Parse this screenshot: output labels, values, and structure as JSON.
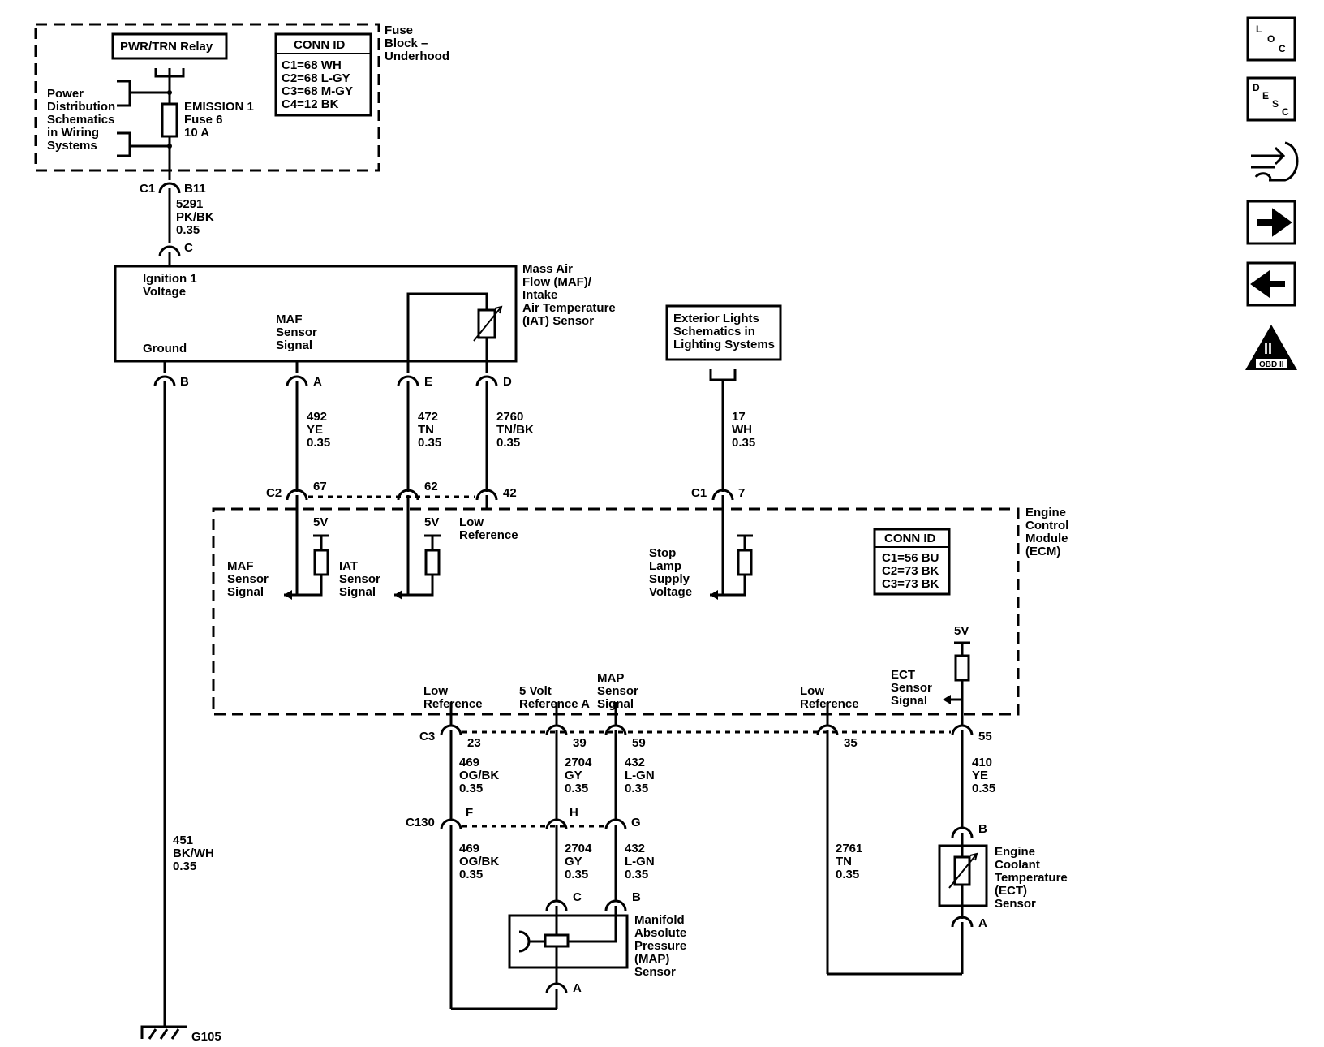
{
  "fuse_block": {
    "label": [
      "Fuse",
      "Block –",
      "Underhood"
    ],
    "relay": "PWR/TRN Relay",
    "conn_id_title": "CONN ID",
    "conn_ids": [
      "C1=68 WH",
      "C2=68 L-GY",
      "C3=68 M-GY",
      "C4=12 BK"
    ],
    "power_dist": [
      "Power",
      "Distribution",
      "Schematics",
      "in Wiring",
      "Systems"
    ],
    "fuse": [
      "EMISSION 1",
      "Fuse 6",
      "10 A"
    ]
  },
  "top_conn": {
    "c1": "C1",
    "b11": "B11",
    "wire": [
      "5291",
      "PK/BK",
      "0.35"
    ],
    "c": "C"
  },
  "maf_sensor": {
    "ign": [
      "Ignition 1",
      "Voltage"
    ],
    "maf_sig": [
      "MAF",
      "Sensor",
      "Signal"
    ],
    "ground": "Ground",
    "title": [
      "Mass Air",
      "Flow (MAF)/",
      "Intake",
      "Air Temperature",
      "(IAT) Sensor"
    ],
    "pins": {
      "b": "B",
      "a": "A",
      "e": "E",
      "d": "D"
    }
  },
  "wires_mid": {
    "w492": [
      "492",
      "YE",
      "0.35"
    ],
    "w472": [
      "472",
      "TN",
      "0.35"
    ],
    "w2760": [
      "2760",
      "TN/BK",
      "0.35"
    ],
    "w17": [
      "17",
      "WH",
      "0.35"
    ]
  },
  "ext_lights": [
    "Exterior Lights",
    "Schematics in",
    "Lighting Systems"
  ],
  "ecm": {
    "label": [
      "Engine",
      "Control",
      "Module",
      "(ECM)"
    ],
    "c2": "C2",
    "p67": "67",
    "p62": "62",
    "p42": "42",
    "c1": "C1",
    "p7": "7",
    "v5": "5V",
    "maf_sig": [
      "MAF",
      "Sensor",
      "Signal"
    ],
    "iat_sig": [
      "IAT",
      "Sensor",
      "Signal"
    ],
    "low_ref": [
      "Low",
      "Reference"
    ],
    "stop_lamp": [
      "Stop",
      "Lamp",
      "Supply",
      "Voltage"
    ],
    "conn_id_title": "CONN ID",
    "conn_ids": [
      "C1=56 BU",
      "C2=73 BK",
      "C3=73 BK"
    ],
    "five_volt_ref": [
      "5 Volt",
      "Reference A"
    ],
    "map_sig": [
      "MAP",
      "Sensor",
      "Signal"
    ],
    "ect_sig": [
      "ECT",
      "Sensor",
      "Signal"
    ],
    "c3": "C3",
    "p23": "23",
    "p39": "39",
    "p59": "59",
    "p35": "35",
    "p55": "55"
  },
  "lower": {
    "w469": [
      "469",
      "OG/BK",
      "0.35"
    ],
    "w2704": [
      "2704",
      "GY",
      "0.35"
    ],
    "w432": [
      "432",
      "L-GN",
      "0.35"
    ],
    "w410": [
      "410",
      "YE",
      "0.35"
    ],
    "w2761": [
      "2761",
      "TN",
      "0.35"
    ],
    "w451": [
      "451",
      "BK/WH",
      "0.35"
    ],
    "c130": "C130",
    "f": "F",
    "h": "H",
    "g": "G",
    "c": "C",
    "b": "B",
    "a": "A",
    "ect_b": "B",
    "ect_a": "A",
    "map_title": [
      "Manifold",
      "Absolute",
      "Pressure",
      "(MAP)",
      "Sensor"
    ],
    "ect_title": [
      "Engine",
      "Coolant",
      "Temperature",
      "(ECT)",
      "Sensor"
    ],
    "ground": "G105"
  },
  "side_icons": {
    "loc": [
      "L",
      "O",
      "C"
    ],
    "desc": [
      "D",
      "E",
      "S",
      "C"
    ],
    "obd": [
      "II",
      "OBD II"
    ],
    "icons": [
      "loc-icon",
      "desc-icon",
      "connector-icon",
      "next-arrow-icon",
      "prev-arrow-icon",
      "obd2-icon"
    ]
  }
}
